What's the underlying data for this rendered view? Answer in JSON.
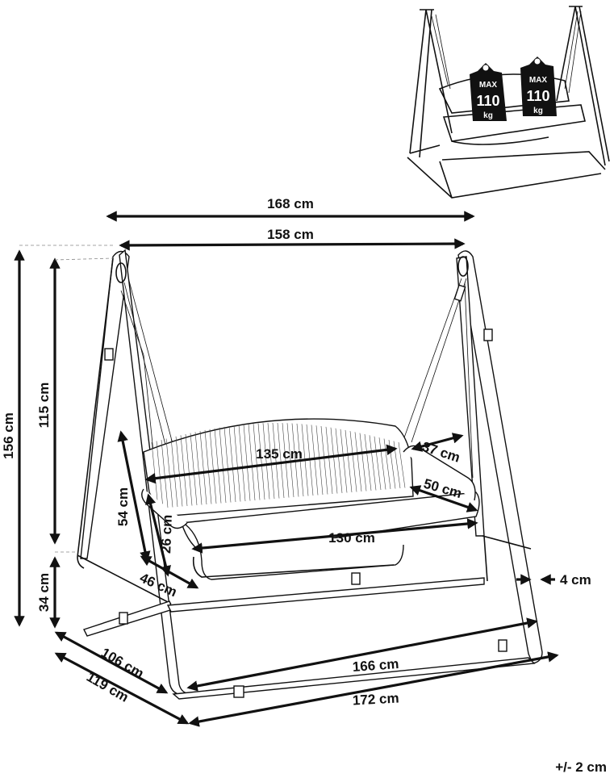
{
  "thumbnail": {
    "weight_labels": [
      {
        "max": "MAX",
        "value": "110",
        "unit": "kg"
      },
      {
        "max": "MAX",
        "value": "110",
        "unit": "kg"
      }
    ]
  },
  "dimensions": {
    "overall_width": "168 cm",
    "top_beam_width": "158 cm",
    "overall_height": "156 cm",
    "hanging_height": "115 cm",
    "seat_ground_clearance": "34 cm",
    "seat_width": "135 cm",
    "armrest_length": "37 cm",
    "seat_depth": "50 cm",
    "backrest_height": "54 cm",
    "armrest_height": "26 cm",
    "side_depth": "46 cm",
    "cushion_width": "130 cm",
    "tube_diameter": "4 cm",
    "base_inner_depth": "106 cm",
    "base_outer_depth": "119 cm",
    "base_inner_width": "166 cm",
    "base_outer_width": "172 cm",
    "tolerance": "+/- 2 cm"
  }
}
